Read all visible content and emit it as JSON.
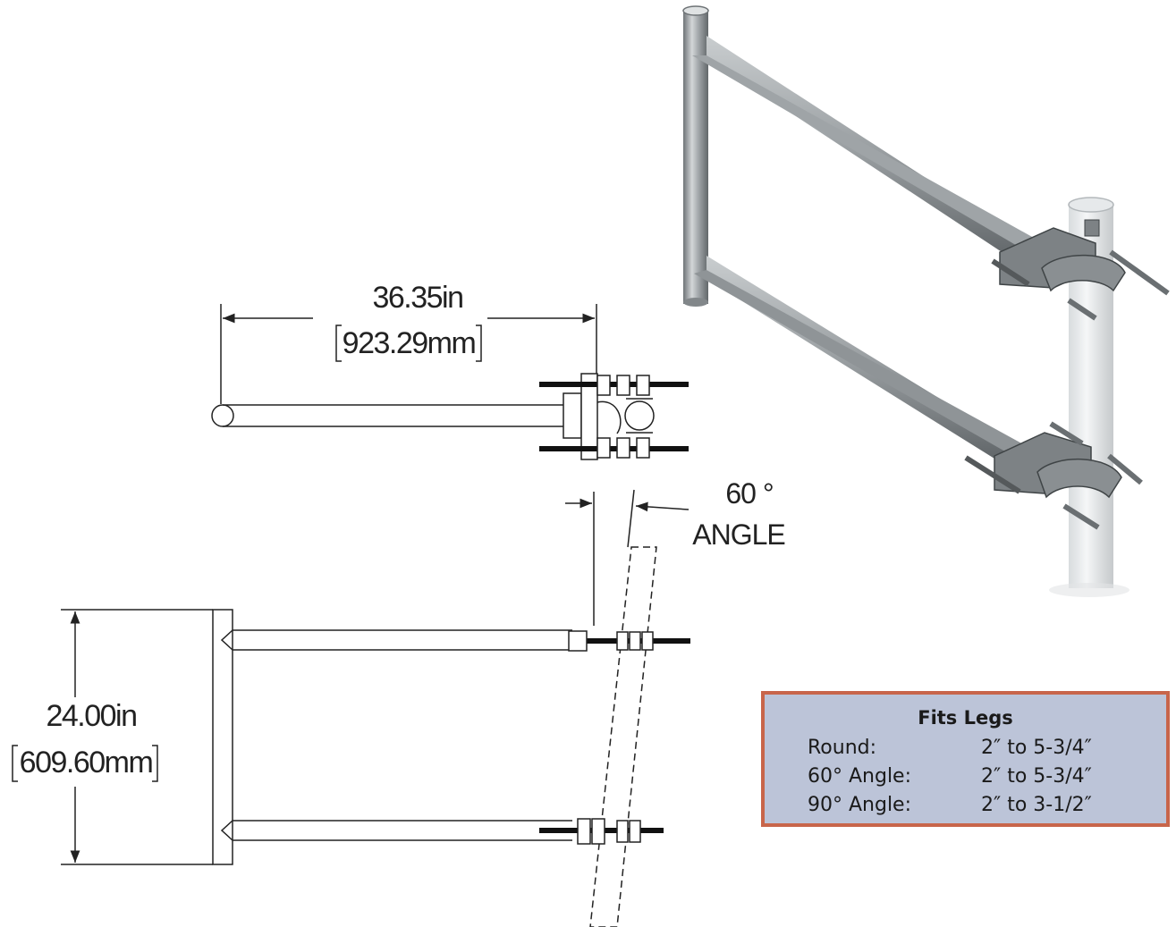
{
  "dimensions": {
    "width_in": "36.35in",
    "width_mm": "923.29mm",
    "height_in": "24.00in",
    "height_mm": "609.60mm",
    "angle_value": "60 °",
    "angle_label": "ANGLE"
  },
  "spec_box": {
    "title": "Fits Legs",
    "rows": [
      {
        "label": "Round:",
        "value": "2″ to 5-3/4″"
      },
      {
        "label": "60° Angle:",
        "value": "2″ to 5-3/4″"
      },
      {
        "label": "90° Angle:",
        "value": "2″ to 3-1/2″"
      }
    ]
  },
  "colors": {
    "box_fill": "#bcc4d8",
    "box_border": "#c8654a",
    "steel": "#9ea3a6"
  }
}
